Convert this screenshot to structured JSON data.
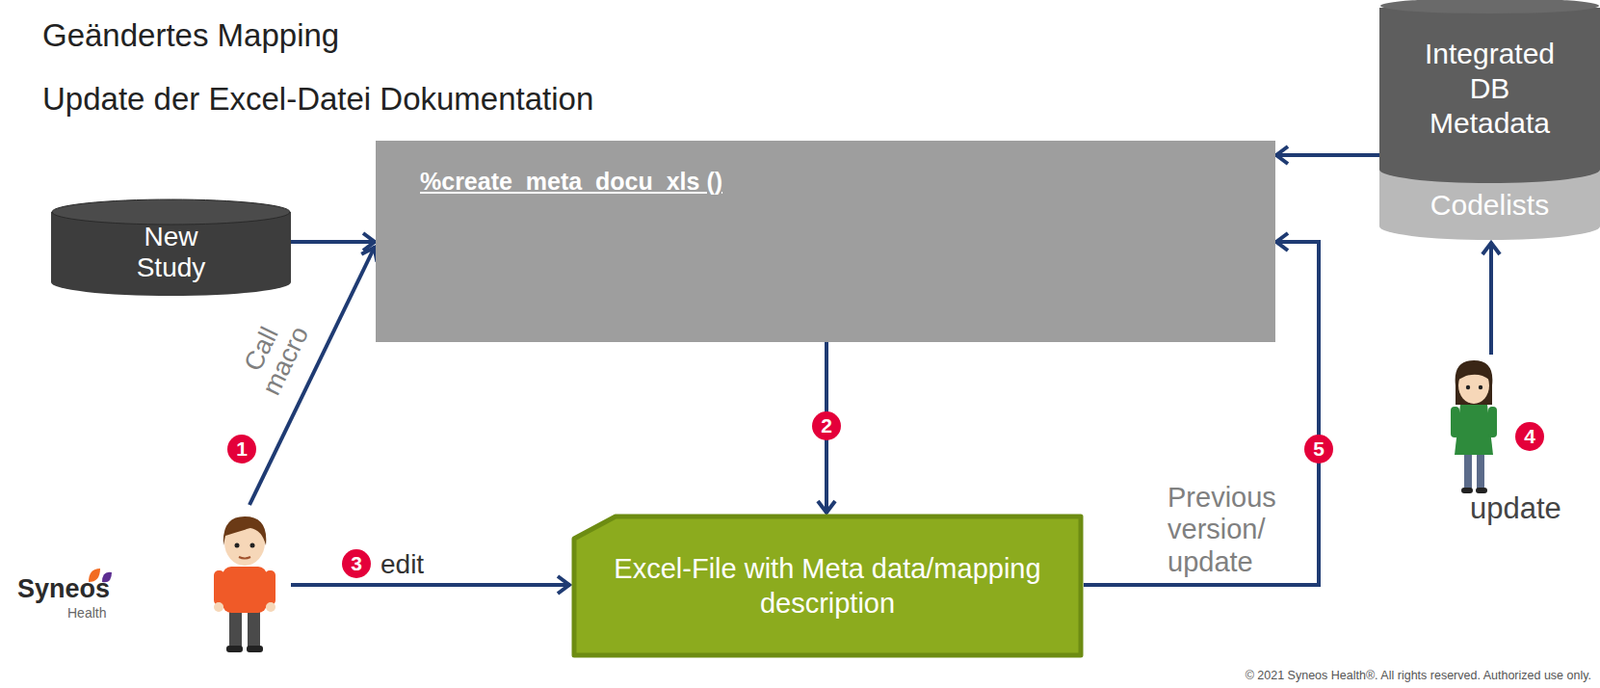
{
  "diagram": {
    "title": "Geändertes Mapping",
    "nodes": [
      {
        "text": [
          "New Study"
        ]
      },
      {
        "text": [
          "%create_meta_docu_xls ()"
        ]
      },
      {
        "text": [
          "Integrated DB Metadata",
          "Codelists"
        ]
      },
      {
        "text": [
          "Excel-File with Meta data/mapping description"
        ]
      }
    ],
    "edges": [
      {
        "from": 0,
        "to": 1,
        "arrow": "to"
      },
      {
        "from": 2,
        "to": 1,
        "arrow": "to"
      },
      {
        "from": 1,
        "to": 3,
        "arrow": "to"
      },
      {
        "from": 3,
        "to": 1,
        "label": "Previous version/ update",
        "arrow": "to"
      }
    ],
    "labels": [
      "Update der Excel-Datei Dokumentation",
      "1",
      "2",
      "3",
      "4",
      "5",
      "Call macro",
      "edit",
      "update",
      "Syneos",
      "Health",
      "© 2021 Syneos Health®. All rights reserved. Authorized use only."
    ]
  }
}
